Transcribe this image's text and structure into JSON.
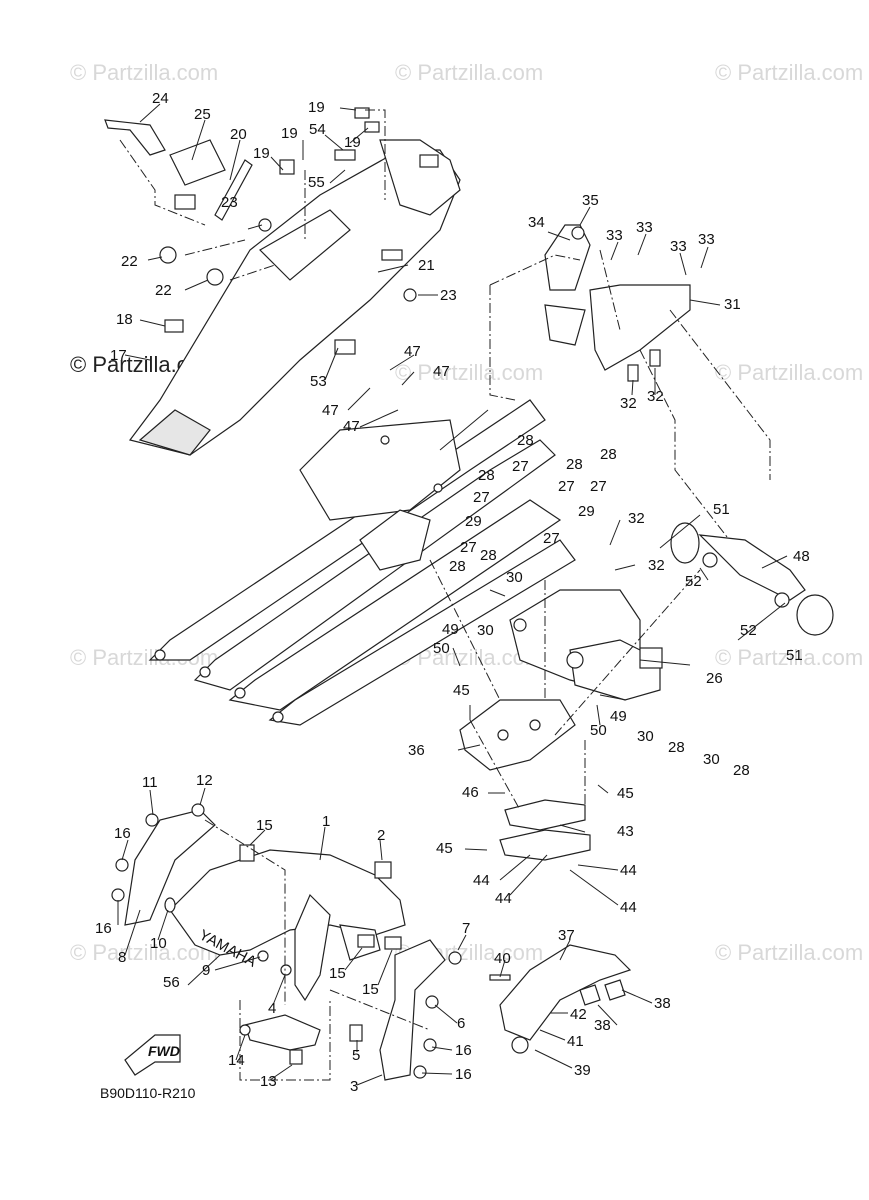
{
  "watermarks": [
    "© Partzilla.com",
    "© Partzilla.com"
  ],
  "diagram_code": "B90D110-R210",
  "fwd_label": "FWD",
  "brand_text": "YAMAHA",
  "labels": [
    {
      "id": "24",
      "t": "24"
    },
    {
      "id": "25",
      "t": "25"
    },
    {
      "id": "20",
      "t": "20"
    },
    {
      "id": "19a",
      "t": "19"
    },
    {
      "id": "19b",
      "t": "19"
    },
    {
      "id": "19c",
      "t": "19"
    },
    {
      "id": "19d",
      "t": "19"
    },
    {
      "id": "54",
      "t": "54"
    },
    {
      "id": "55",
      "t": "55"
    },
    {
      "id": "23a",
      "t": "23"
    },
    {
      "id": "23b",
      "t": "23"
    },
    {
      "id": "21",
      "t": "21"
    },
    {
      "id": "22a",
      "t": "22"
    },
    {
      "id": "22b",
      "t": "22"
    },
    {
      "id": "18",
      "t": "18"
    },
    {
      "id": "17",
      "t": "17"
    },
    {
      "id": "53",
      "t": "53"
    },
    {
      "id": "47a",
      "t": "47"
    },
    {
      "id": "47b",
      "t": "47"
    },
    {
      "id": "47c",
      "t": "47"
    },
    {
      "id": "47d",
      "t": "47"
    },
    {
      "id": "35",
      "t": "35"
    },
    {
      "id": "34",
      "t": "34"
    },
    {
      "id": "33a",
      "t": "33"
    },
    {
      "id": "33b",
      "t": "33"
    },
    {
      "id": "33c",
      "t": "33"
    },
    {
      "id": "33d",
      "t": "33"
    },
    {
      "id": "31",
      "t": "31"
    },
    {
      "id": "32a",
      "t": "32"
    },
    {
      "id": "32b",
      "t": "32"
    },
    {
      "id": "28a",
      "t": "28"
    },
    {
      "id": "27a",
      "t": "27"
    },
    {
      "id": "28b",
      "t": "28"
    },
    {
      "id": "28c",
      "t": "28"
    },
    {
      "id": "28d",
      "t": "28"
    },
    {
      "id": "27b",
      "t": "27"
    },
    {
      "id": "27c",
      "t": "27"
    },
    {
      "id": "29a",
      "t": "29"
    },
    {
      "id": "27d",
      "t": "27"
    },
    {
      "id": "29b",
      "t": "29"
    },
    {
      "id": "27e",
      "t": "27"
    },
    {
      "id": "27f",
      "t": "27"
    },
    {
      "id": "32c",
      "t": "32"
    },
    {
      "id": "32d",
      "t": "32"
    },
    {
      "id": "51a",
      "t": "51"
    },
    {
      "id": "51b",
      "t": "51"
    },
    {
      "id": "48",
      "t": "48"
    },
    {
      "id": "52a",
      "t": "52"
    },
    {
      "id": "52b",
      "t": "52"
    },
    {
      "id": "28e",
      "t": "28"
    },
    {
      "id": "28f",
      "t": "28"
    },
    {
      "id": "30a",
      "t": "30"
    },
    {
      "id": "30b",
      "t": "30"
    },
    {
      "id": "49a",
      "t": "49"
    },
    {
      "id": "50a",
      "t": "50"
    },
    {
      "id": "26",
      "t": "26"
    },
    {
      "id": "45a",
      "t": "45"
    },
    {
      "id": "49b",
      "t": "49"
    },
    {
      "id": "50b",
      "t": "50"
    },
    {
      "id": "30c",
      "t": "30"
    },
    {
      "id": "28g",
      "t": "28"
    },
    {
      "id": "30d",
      "t": "30"
    },
    {
      "id": "28h",
      "t": "28"
    },
    {
      "id": "36",
      "t": "36"
    },
    {
      "id": "45b",
      "t": "45"
    },
    {
      "id": "46",
      "t": "46"
    },
    {
      "id": "43",
      "t": "43"
    },
    {
      "id": "45c",
      "t": "45"
    },
    {
      "id": "44a",
      "t": "44"
    },
    {
      "id": "44b",
      "t": "44"
    },
    {
      "id": "44c",
      "t": "44"
    },
    {
      "id": "44d",
      "t": "44"
    },
    {
      "id": "11",
      "t": "11"
    },
    {
      "id": "12",
      "t": "12"
    },
    {
      "id": "15a",
      "t": "15"
    },
    {
      "id": "1",
      "t": "1"
    },
    {
      "id": "2",
      "t": "2"
    },
    {
      "id": "16a",
      "t": "16"
    },
    {
      "id": "16b",
      "t": "16"
    },
    {
      "id": "10",
      "t": "10"
    },
    {
      "id": "8",
      "t": "8"
    },
    {
      "id": "9",
      "t": "9"
    },
    {
      "id": "56",
      "t": "56"
    },
    {
      "id": "4",
      "t": "4"
    },
    {
      "id": "15b",
      "t": "15"
    },
    {
      "id": "15c",
      "t": "15"
    },
    {
      "id": "7",
      "t": "7"
    },
    {
      "id": "6",
      "t": "6"
    },
    {
      "id": "5",
      "t": "5"
    },
    {
      "id": "14",
      "t": "14"
    },
    {
      "id": "13",
      "t": "13"
    },
    {
      "id": "3",
      "t": "3"
    },
    {
      "id": "16c",
      "t": "16"
    },
    {
      "id": "16d",
      "t": "16"
    },
    {
      "id": "37",
      "t": "37"
    },
    {
      "id": "40",
      "t": "40"
    },
    {
      "id": "38a",
      "t": "38"
    },
    {
      "id": "38b",
      "t": "38"
    },
    {
      "id": "42",
      "t": "42"
    },
    {
      "id": "41",
      "t": "41"
    },
    {
      "id": "39",
      "t": "39"
    }
  ]
}
